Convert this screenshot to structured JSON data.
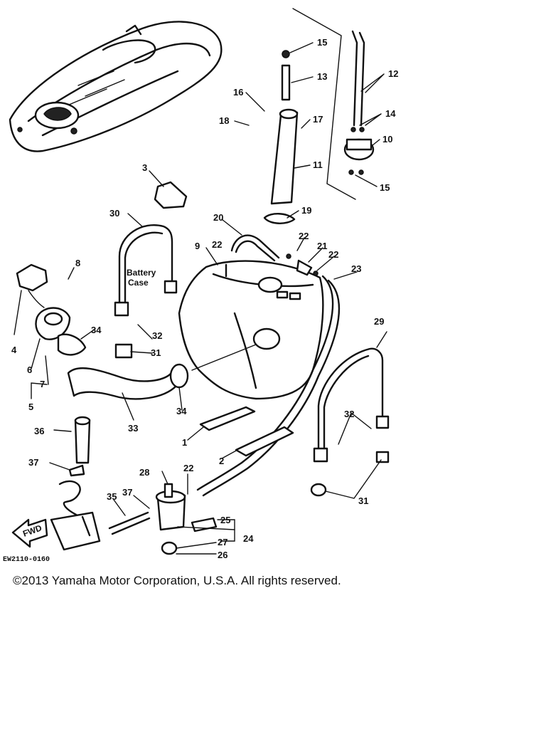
{
  "callouts": {
    "c1": "1",
    "c2": "2",
    "c3": "3",
    "c4": "4",
    "c5": "5",
    "c6": "6",
    "c7": "7",
    "c8": "8",
    "c9": "9",
    "c10": "10",
    "c11": "11",
    "c12": "12",
    "c13": "13",
    "c14": "14",
    "c15a": "15",
    "c15b": "15",
    "c16": "16",
    "c17": "17",
    "c18": "18",
    "c19": "19",
    "c20": "20",
    "c21": "21",
    "c22a": "22",
    "c22b": "22",
    "c22c": "22",
    "c22d": "22",
    "c23": "23",
    "c24": "24",
    "c25": "25",
    "c26": "26",
    "c27": "27",
    "c28": "28",
    "c29": "29",
    "c30": "30",
    "c31a": "31",
    "c31b": "31",
    "c32a": "32",
    "c32b": "32",
    "c33": "33",
    "c34a": "34",
    "c34b": "34",
    "c35": "35",
    "c36": "36",
    "c37a": "37",
    "c37b": "37"
  },
  "annotations": {
    "battery_line1": "Battery",
    "battery_line2": "Case",
    "fwd_arrow": "FWD",
    "drawing_code": "EW2110-0160"
  },
  "footer": {
    "copyright": "©2013 Yamaha Motor Corporation, U.S.A. All rights reserved."
  }
}
